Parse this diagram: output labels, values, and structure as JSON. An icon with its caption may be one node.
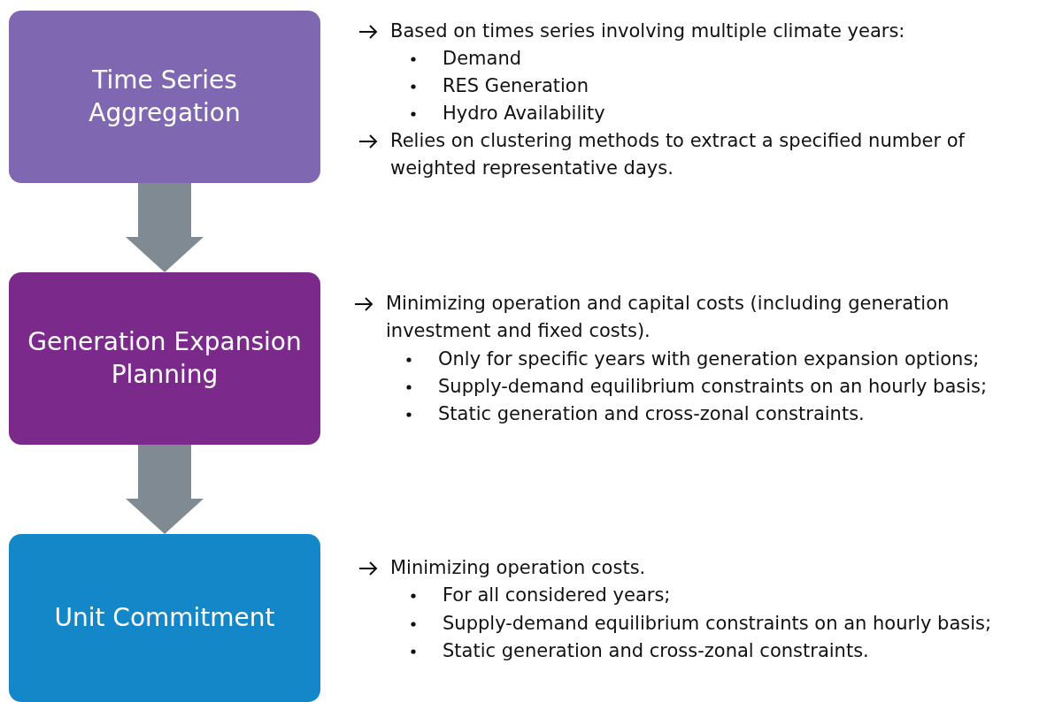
{
  "diagram": {
    "nodes": [
      {
        "text": [
          "Time Series Aggregation"
        ]
      },
      {
        "text": [
          "Generation Expansion Planning"
        ]
      },
      {
        "text": [
          "Unit Commitment"
        ]
      }
    ],
    "edges": [
      {
        "from": 0,
        "to": 1,
        "arrow": "to"
      },
      {
        "from": 1,
        "to": 2,
        "arrow": "to"
      }
    ],
    "labels": [
      "Based on times series involving multiple climate years:",
      "Demand",
      "RES Generation",
      "Hydro Availability",
      "Relies on clustering methods to extract a specified number of weighted representative days.",
      "Minimizing operation and capital costs (including generation investment and fixed costs).",
      "Only for specific years with generation expansion options;",
      "Supply-demand equilibrium constraints on an hourly basis;",
      "Static generation and cross-zonal constraints.",
      "Minimizing operation costs.",
      "For all considered years;",
      "Supply-demand equilibrium constraints on an hourly basis;",
      "Static generation and cross-zonal constraints."
    ]
  }
}
